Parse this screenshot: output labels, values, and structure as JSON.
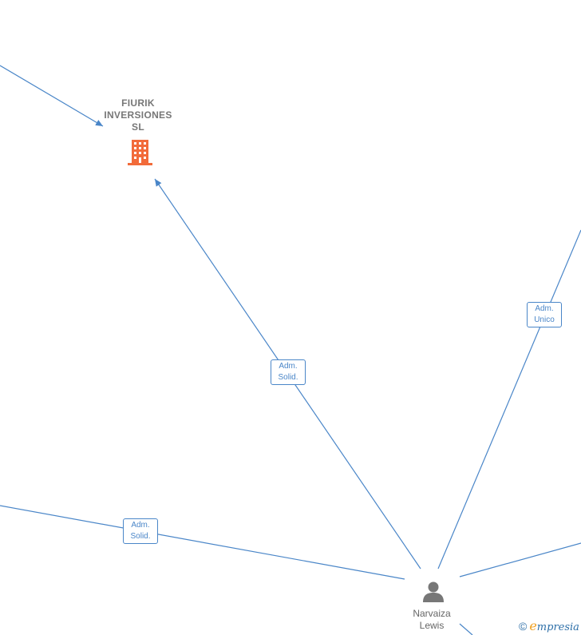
{
  "company": {
    "name_lines": [
      "FIURIK",
      "INVERSIONES",
      "SL"
    ],
    "icon": "building-icon",
    "icon_color": "#f26b3a"
  },
  "person": {
    "name_lines": [
      "Narvaiza",
      "Lewis"
    ],
    "icon": "person-icon",
    "icon_color": "#777777"
  },
  "edges": [
    {
      "label_lines": [
        "Adm.",
        "Solid."
      ]
    },
    {
      "label_lines": [
        "Adm.",
        "Unico"
      ]
    },
    {
      "label_lines": [
        "Adm.",
        "Solid."
      ]
    }
  ],
  "colors": {
    "edge": "#4a86c8",
    "label_text": "#4a86c8"
  },
  "watermark": {
    "copyright": "©",
    "brand_initial": "e",
    "brand_rest": "mpresia"
  }
}
